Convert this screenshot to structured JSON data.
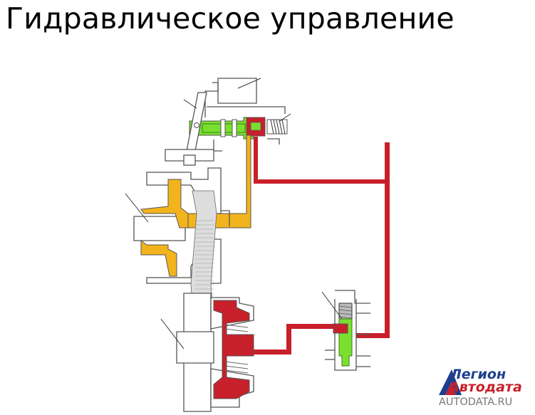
{
  "title": "Гидравлическое управление",
  "logo": {
    "line1": "Легион",
    "line2": "Автодата",
    "line3": "AUTODATA.RU"
  },
  "colors": {
    "pressure_line": "#c8202a",
    "pilot_oil": "#7ae02f",
    "drive_oil": "#f2b41c",
    "outline": "#555555",
    "background": "#ffffff"
  }
}
